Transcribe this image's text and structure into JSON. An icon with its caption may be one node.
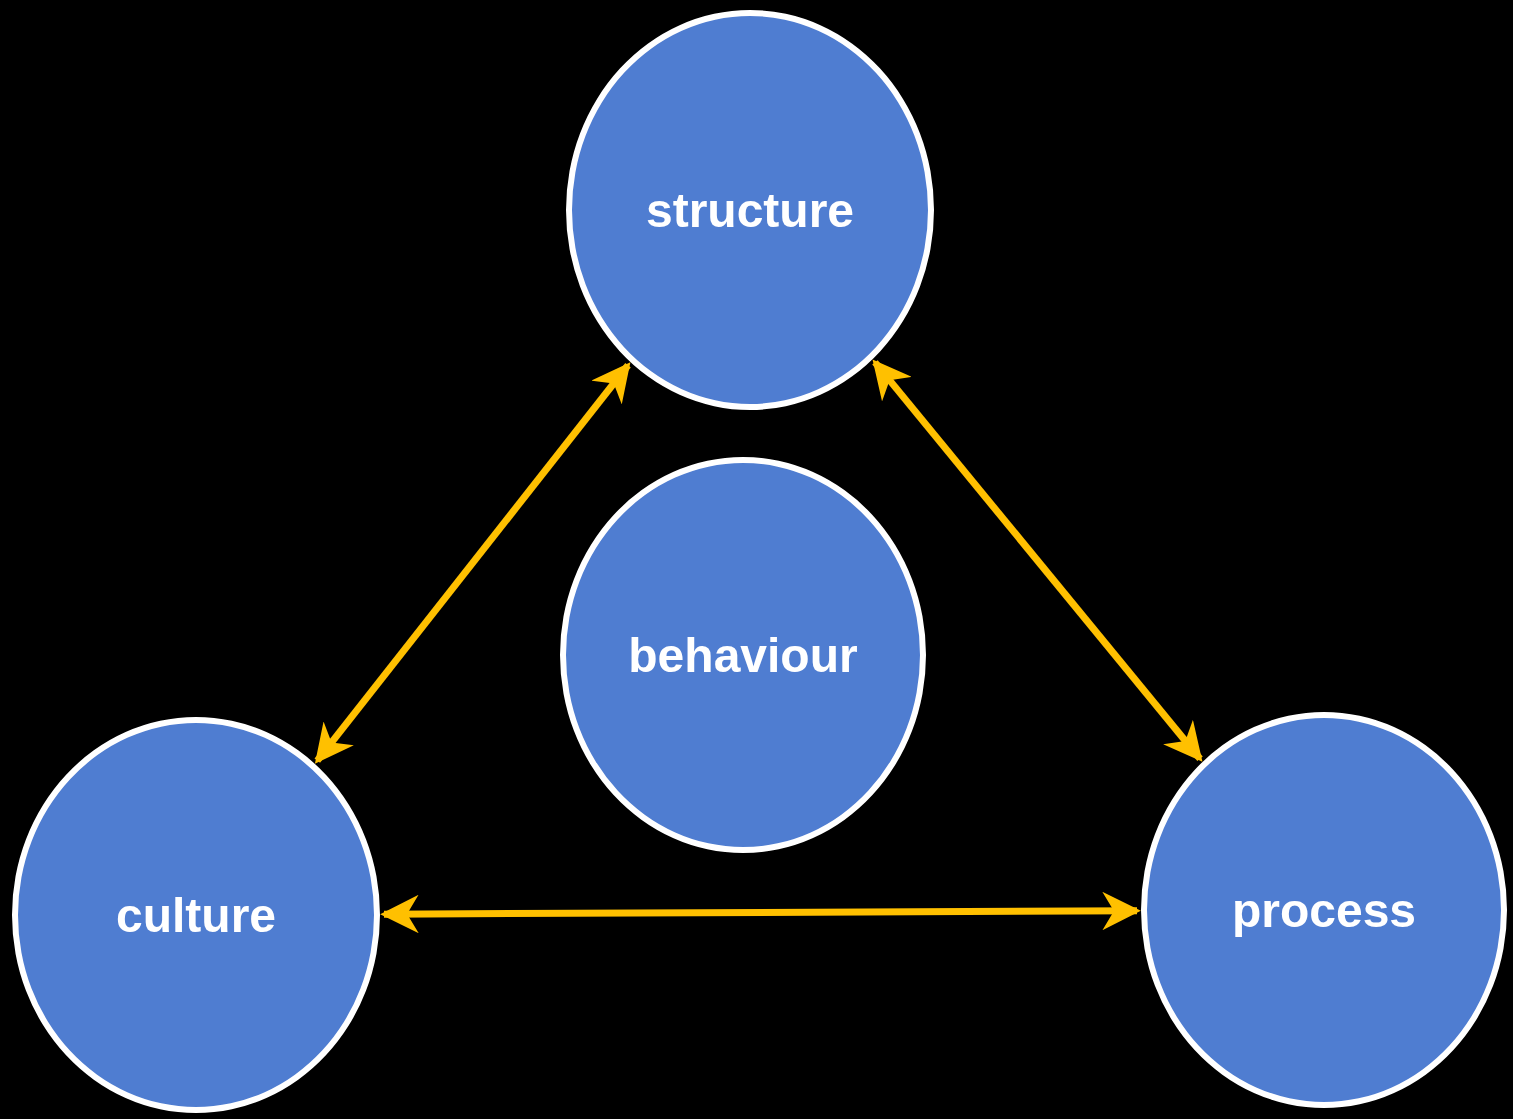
{
  "diagram": {
    "nodes": [
      {
        "text": [
          "structure"
        ]
      },
      {
        "text": [
          "behaviour"
        ]
      },
      {
        "text": [
          "culture"
        ]
      },
      {
        "text": [
          "process"
        ]
      }
    ],
    "edges": [
      {
        "from": 2,
        "to": 0,
        "arrow": "both"
      },
      {
        "from": 0,
        "to": 3,
        "arrow": "both"
      },
      {
        "from": 2,
        "to": 3,
        "arrow": "both"
      }
    ]
  }
}
